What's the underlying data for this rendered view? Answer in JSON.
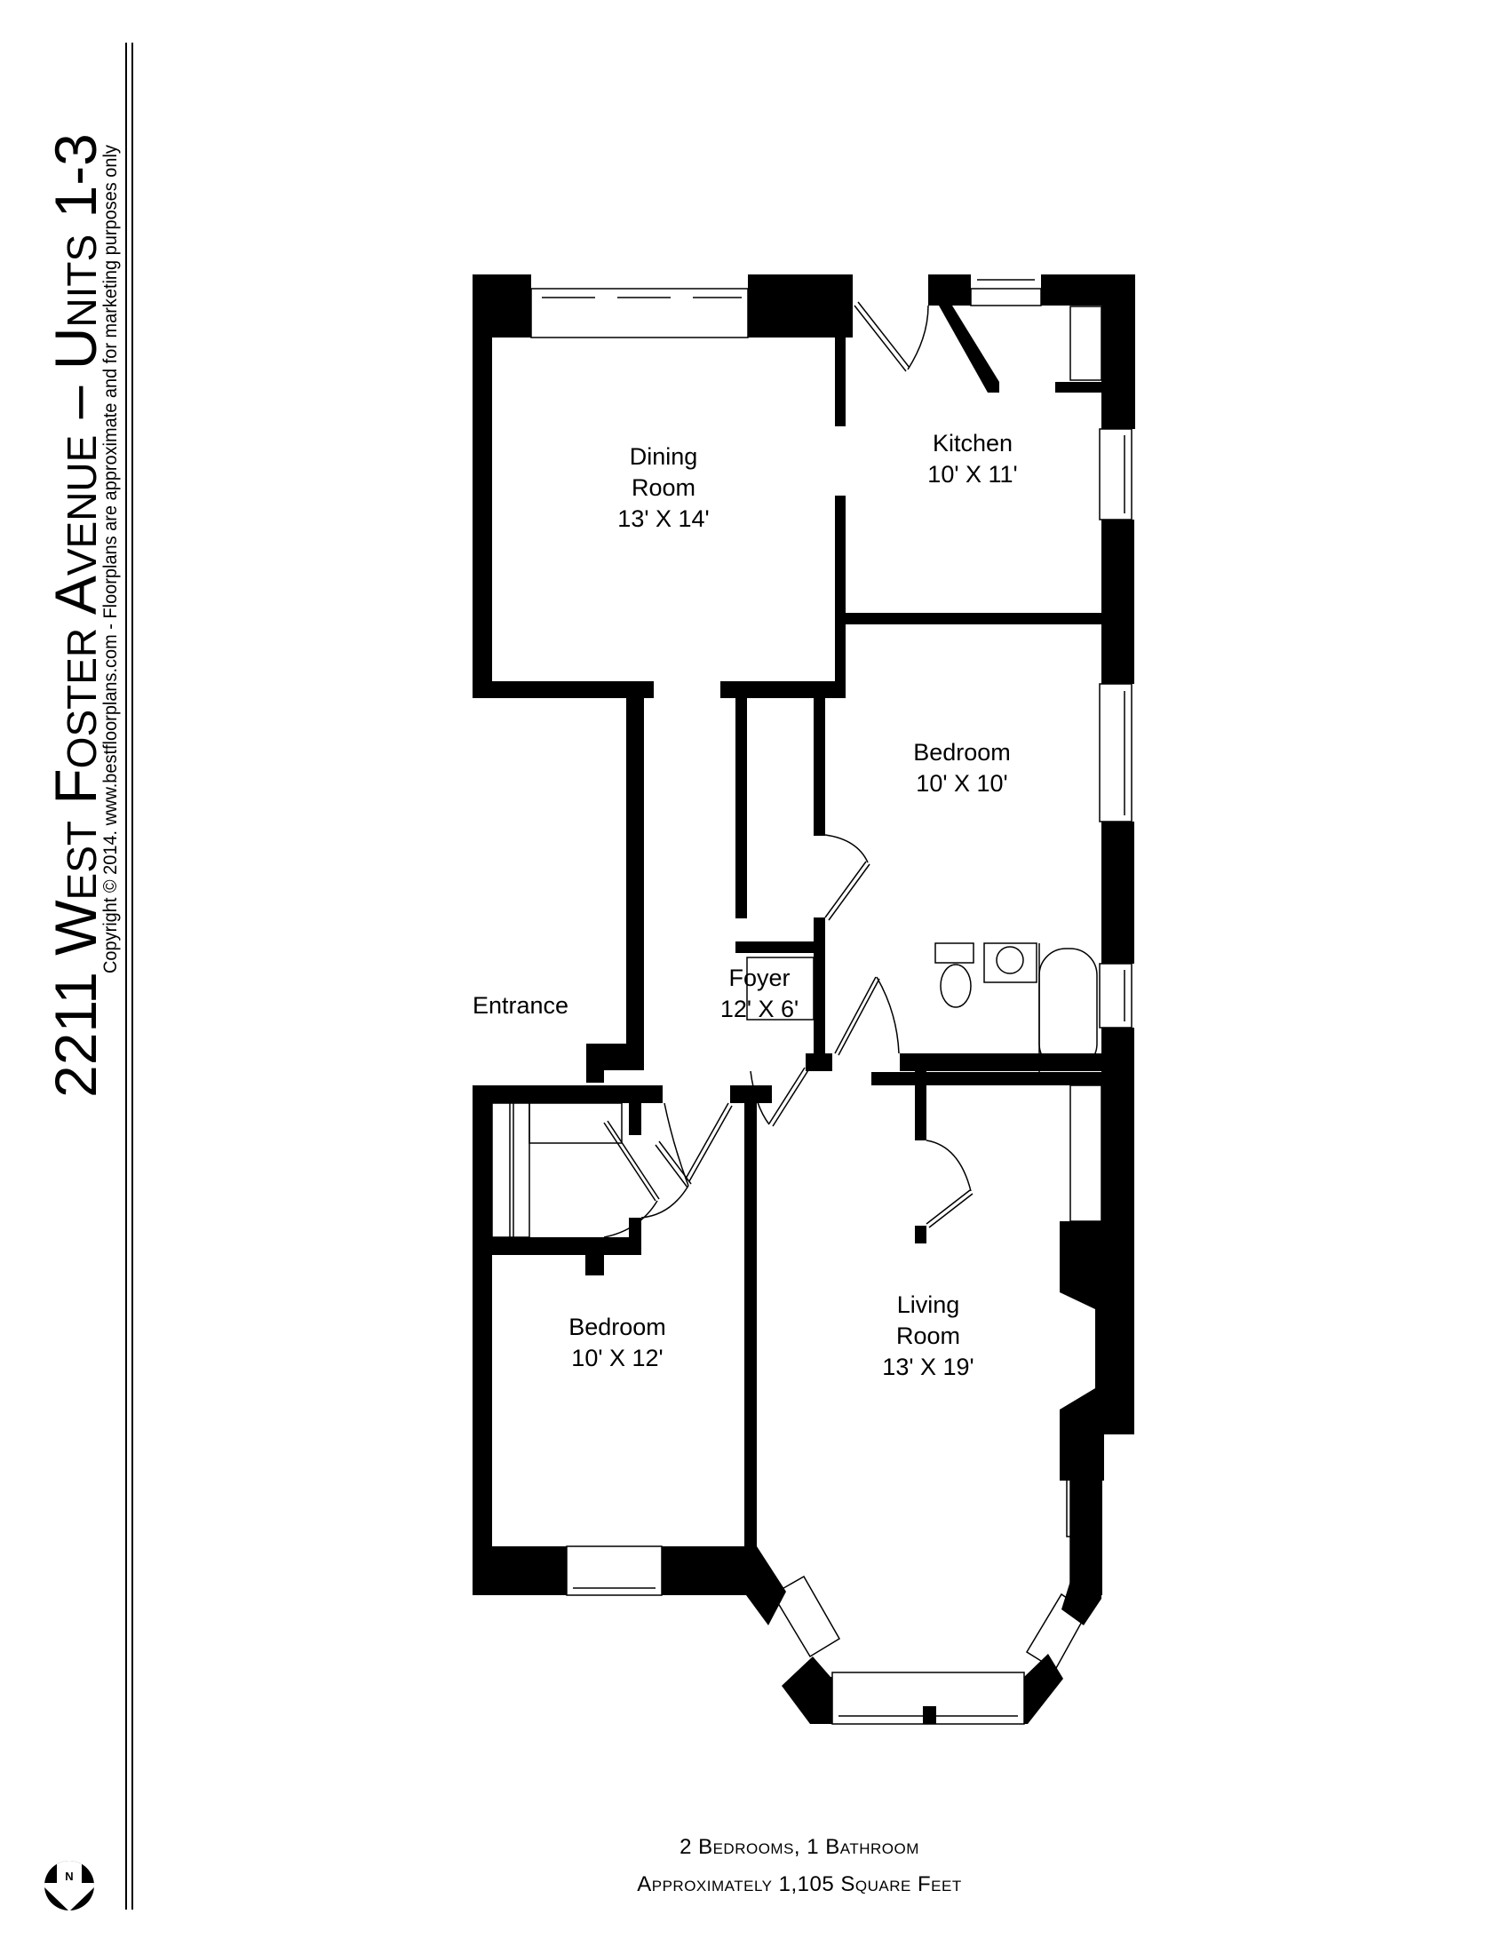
{
  "header": {
    "title": "2211 West Foster Avenue – Units 1-3",
    "subtitle": "Copyright © 2014. www.bestfloorplans.com - Floorplans are approximate and for marketing purposes only"
  },
  "rooms": {
    "dining": {
      "name_line1": "Dining",
      "name_line2": "Room",
      "size": "13' X 14'"
    },
    "kitchen": {
      "name": "Kitchen",
      "size": "10' X 11'"
    },
    "bedroom_1": {
      "name": "Bedroom",
      "size": "10' X 10'"
    },
    "foyer": {
      "name": "Foyer",
      "size": "12' X 6'"
    },
    "entrance": {
      "name": "Entrance"
    },
    "bedroom_2": {
      "name": "Bedroom",
      "size": "10' X 12'"
    },
    "living": {
      "name_line1": "Living",
      "name_line2": "Room",
      "size": "13' X 19'"
    }
  },
  "summary": {
    "line1": "2 Bedrooms, 1 Bathroom",
    "line2": "Approximately 1,105 Square Feet"
  },
  "compass": {
    "icon": "north-arrow-icon",
    "label": "N"
  },
  "colors": {
    "wall": "#000000",
    "background": "#ffffff"
  }
}
